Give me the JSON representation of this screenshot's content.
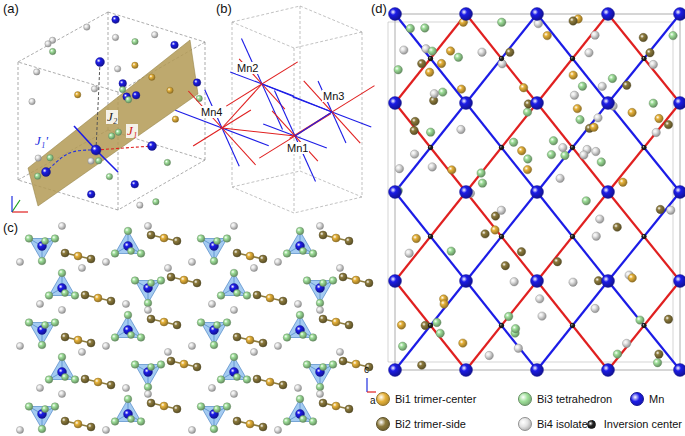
{
  "diagram": {
    "labels": [
      "(a)",
      "(b)",
      "(c)",
      "(d)",
      "J₂",
      "J₁'",
      "J₁",
      "Mn2",
      "Mn3",
      "Mn4",
      "Mn1",
      "c",
      "a",
      "b"
    ],
    "legend": [
      {
        "text": "Bi1 trimer-center",
        "color": "#e6b23a"
      },
      {
        "text": "Bi3 tetrahedron",
        "color": "#9fe09a"
      },
      {
        "text": "Mn",
        "color": "#1c1ce6"
      },
      {
        "text": "Bi2 trimer-side",
        "color": "#8c7a3c"
      },
      {
        "text": "Bi4 isolated",
        "color": "#e4e4e4"
      },
      {
        "text": "Inversion center",
        "color": "#222222"
      }
    ]
  }
}
